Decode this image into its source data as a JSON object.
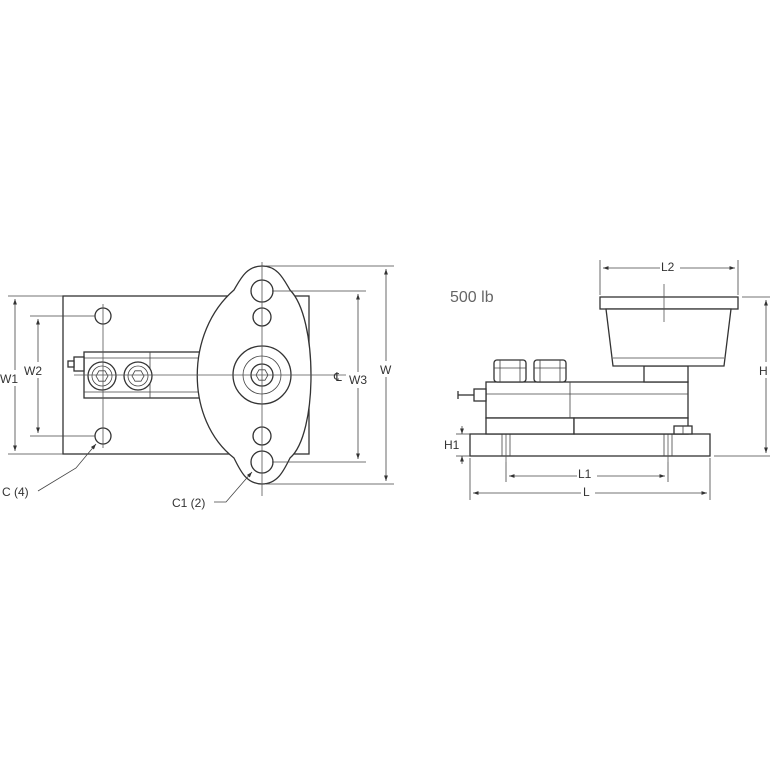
{
  "labels": {
    "w1": "W1",
    "w2": "W2",
    "w3": "W3",
    "w": "W",
    "c": "C (4)",
    "c1": "C1 (2)",
    "centerline": "℄",
    "capacity": "500 lb",
    "l2": "L2",
    "h": "H",
    "h1": "H1",
    "l1": "L1",
    "l": "L"
  },
  "colors": {
    "line": "#333333",
    "background": "#ffffff"
  }
}
